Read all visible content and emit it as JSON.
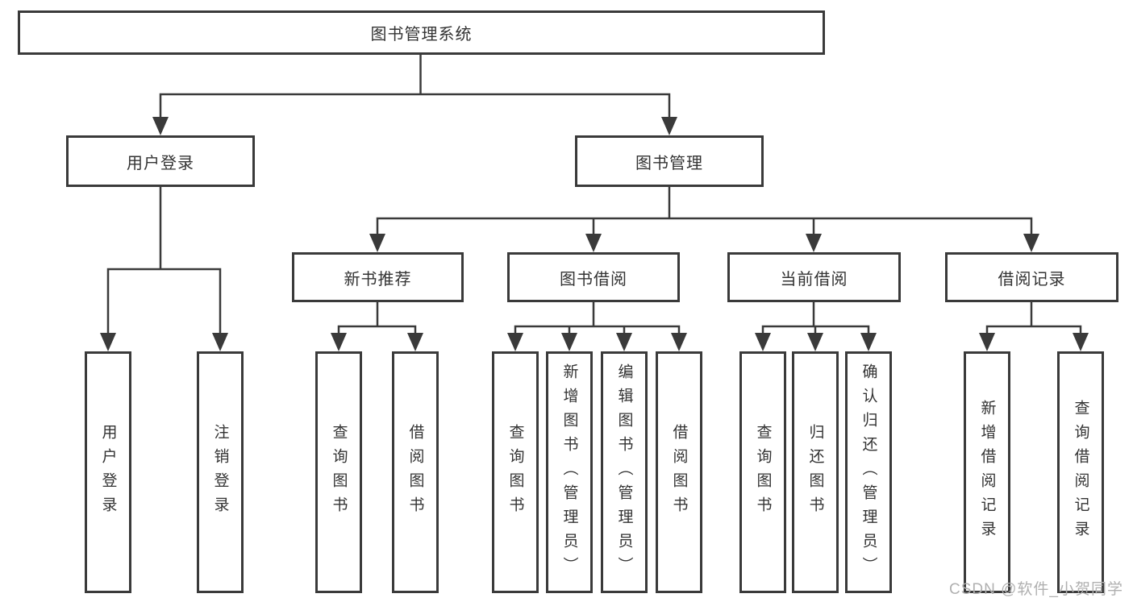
{
  "diagram": {
    "root": {
      "label": "图书管理系统"
    },
    "level2": [
      {
        "label": "用户登录"
      },
      {
        "label": "图书管理"
      }
    ],
    "level3": [
      {
        "label": "新书推荐"
      },
      {
        "label": "图书借阅"
      },
      {
        "label": "当前借阅"
      },
      {
        "label": "借阅记录"
      }
    ],
    "leaves": {
      "user_login": [
        "用户登录",
        "注销登录"
      ],
      "new_book": [
        "查询图书",
        "借阅图书"
      ],
      "book_borrow": [
        "查询图书",
        "新增图书（管理员）",
        "编辑图书（管理员）",
        "借阅图书"
      ],
      "current_borrow": [
        "查询图书",
        "归还图书",
        "确认归还（管理员）"
      ],
      "borrow_record": [
        "新增借阅记录",
        "查询借阅记录"
      ]
    },
    "watermark": "CSDN @软件_小贺同学",
    "colors": {
      "line": "#3a3a3a",
      "text": "#333333",
      "watermark": "#b0b0b0",
      "background": "#ffffff"
    }
  }
}
